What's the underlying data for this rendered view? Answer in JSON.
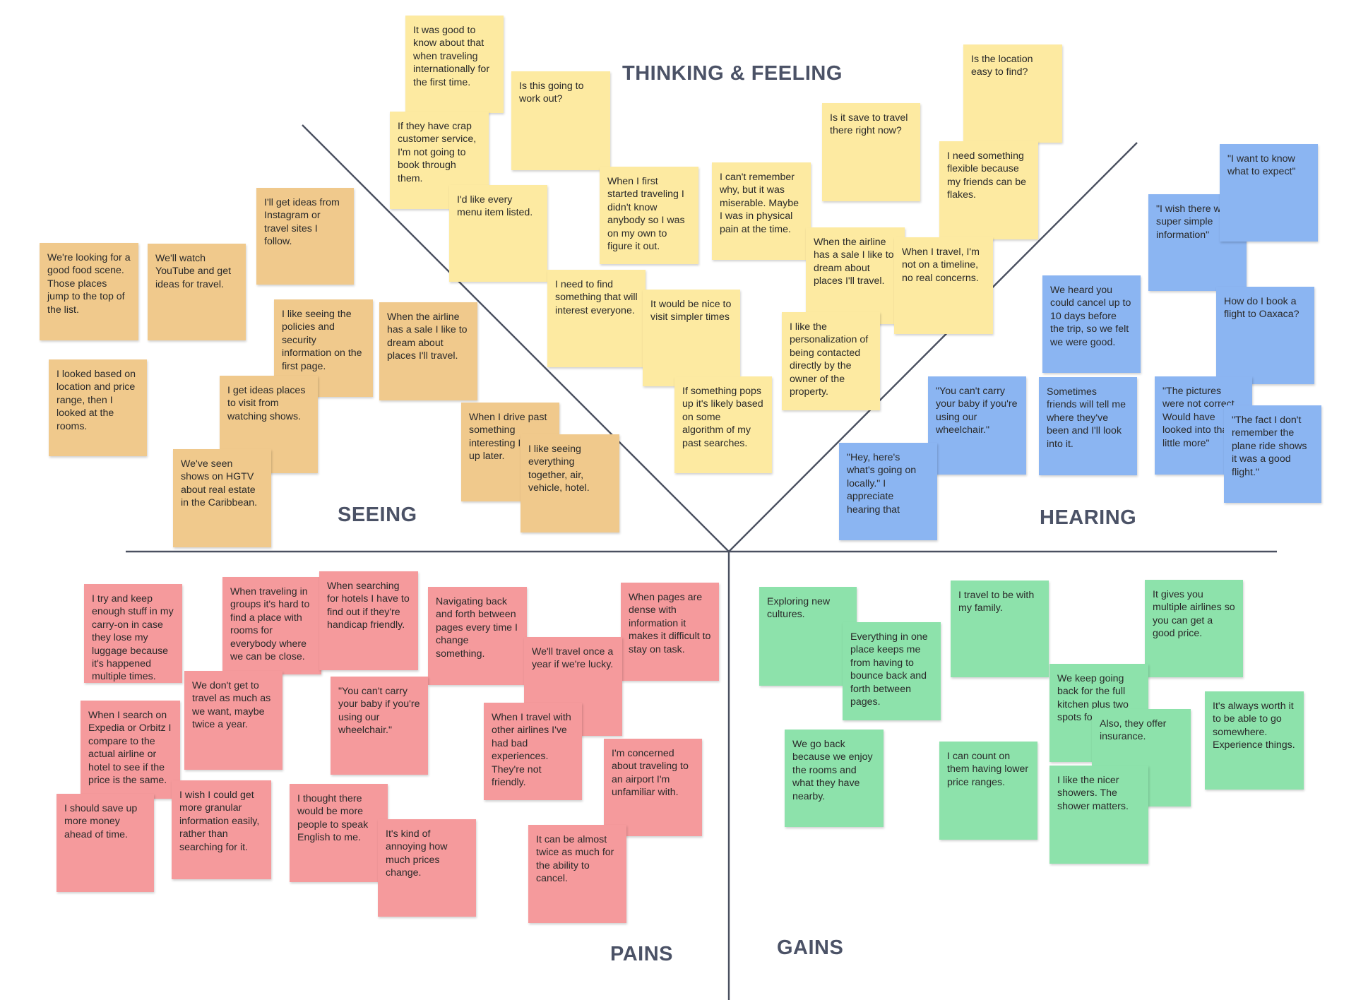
{
  "board": {
    "colors": {
      "seeing": "#f0c98c",
      "thinking": "#fdeaa1",
      "hearing": "#8bb5f2",
      "pains": "#f59a9c",
      "gains": "#8de2ab"
    },
    "sections": {
      "thinking": "THINKING & FEELING",
      "seeing": "SEEING",
      "hearing": "HEARING",
      "pains": "PAINS",
      "gains": "GAINS"
    },
    "notes": {
      "seeing": [
        "We're looking for a good food scene. Those places jump to the top of the list.",
        "We'll watch YouTube and get ideas for travel.",
        "I'll get ideas from Instagram or travel sites I follow.",
        "I like seeing the policies and security information on the first page.",
        "When the airline has a sale I like to dream about places I'll travel.",
        "I looked based on location and price range, then I looked at the rooms.",
        "I get ideas places to visit from watching shows.",
        "We've seen shows on HGTV about real estate in the Caribbean.",
        "When I drive past something interesting I pick it up later.",
        "I like seeing everything together, air, vehicle, hotel."
      ],
      "thinking": [
        "It was good to know about that when traveling internationally for the first time.",
        "If they have crap customer service, I'm not going to book through them.",
        "Is this going to work out?",
        "I'd like every menu item listed.",
        "When I first started traveling I didn't know anybody so I was on my own to figure it out.",
        "I can't remember why, but it was miserable. Maybe I was in physical pain at the time.",
        "Is it save to travel there right now?",
        "Is the location easy to find?",
        "I need something flexible because my friends can be flakes.",
        "When the airline has a sale I like to dream about places I'll travel.",
        "When I travel, I'm not on a timeline, no real concerns.",
        "I need to find something that will interest everyone.",
        "It would be nice to visit simpler times",
        "I like the personalization of being contacted directly by the owner of the property.",
        "If something pops up it's likely based on some algorithm of my past searches."
      ],
      "hearing": [
        "\"I wish there were super simple information\"",
        "\"I want to know what to expect\"",
        "We heard you could cancel up to 10 days before the trip, so we felt we were good.",
        "How do I book a flight to Oaxaca?",
        "\"You can't carry your baby if you're using our wheelchair.\"",
        "Sometimes friends will tell me where they've been and I'll look into it.",
        "\"The pictures were not correct. Would have looked into that a little more\"",
        "\"The fact I don't remember the plane ride shows it was a good flight.\"",
        "\"Hey, here's what's going on locally.\" I appreciate hearing that"
      ],
      "pains": [
        "I try and keep enough stuff in my carry-on in case they lose my luggage because it's happened multiple times.",
        "When traveling in groups it's hard to find a place with rooms for everybody where we can be close.",
        "When searching for hotels I have to find out if they're handicap friendly.",
        "Navigating back and forth between pages every time I change something.",
        "When pages are dense with information it makes it difficult to stay on task.",
        "We'll travel once a year if we're lucky.",
        "We don't get to travel as much as we want, maybe twice a year.",
        "\"You can't carry your baby if you're using our wheelchair.\"",
        "When I search on Expedia or Orbitz I compare to the actual airline or hotel to see if the price is the same.",
        "When I travel with other airlines I've had bad experiences. They're not friendly.",
        "I'm concerned about traveling to an airport I'm unfamiliar with.",
        "I should save up more money ahead of time.",
        "I wish I could get more granular information easily, rather than searching for it.",
        "I thought there would be more people to speak English to me.",
        "It's kind of annoying how much prices change.",
        "It can be almost twice as much for the ability to cancel."
      ],
      "gains": [
        "Exploring new cultures.",
        "Everything in one place keeps me from having to bounce back and forth between pages.",
        "I travel to be with my family.",
        "It gives you multiple airlines so you can get a good price.",
        "We keep going back for the full kitchen plus two spots for cooking.",
        "Also, they offer insurance.",
        "It's always worth it to be able to go somewhere. Experience things.",
        "We go back because we enjoy the rooms and what they have nearby.",
        "I can count on them having lower price ranges.",
        "I like the nicer showers. The shower matters."
      ]
    }
  }
}
